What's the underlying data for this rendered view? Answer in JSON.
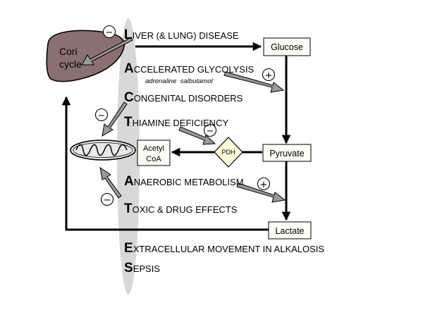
{
  "acronym": [
    {
      "letter": "L",
      "rest": "IVER (& LUNG) DISEASE"
    },
    {
      "letter": "A",
      "rest": "CCELERATED GLYCOLYSIS"
    },
    {
      "letter": "C",
      "rest": "ONGENITAL DISORDERS"
    },
    {
      "letter": "T",
      "rest": "HIAMINE DEFICIENCY"
    },
    {
      "letter": "A",
      "rest": "NAEROBIC METABOLISM"
    },
    {
      "letter": "T",
      "rest": "OXIC & DRUG EFFECTS"
    },
    {
      "letter": "E",
      "rest": "XTRACELLULAR MOVEMENT IN ALKALOSIS"
    },
    {
      "letter": "S",
      "rest": "EPSIS"
    }
  ],
  "drugs_note": "adrenaline  salbutamol",
  "nodes": {
    "glucose": "Glucose",
    "pyruvate": "Pyruvate",
    "lactate": "Lactate",
    "acetyl_line1": "Acetyl",
    "acetyl_line2": "CoA",
    "pdh": "PDH",
    "cori_line1": "Cori",
    "cori_line2": "cycle"
  },
  "signs": {
    "minus": "−",
    "plus": "+"
  },
  "colors": {
    "liver_fill": "#8a7070",
    "acronym_band": "#d8d8d8",
    "box_fill": "#fdfdf5",
    "pdh_fill": "#fdfbd8",
    "grey_arrow": "#9a9a9a"
  }
}
